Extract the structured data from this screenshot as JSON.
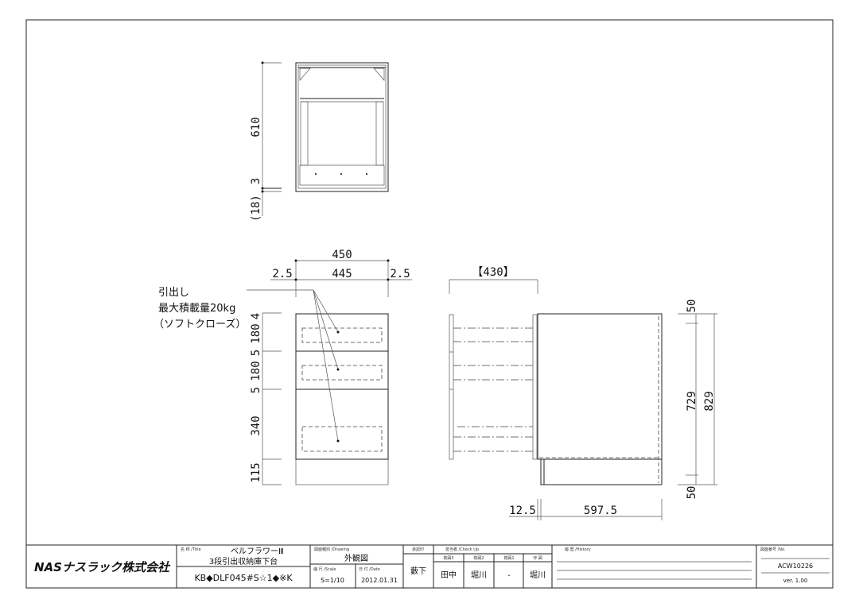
{
  "top_view": {
    "dims": {
      "depth": "610",
      "gap": "3",
      "base": "(18)"
    }
  },
  "front_view": {
    "dims": {
      "overall_width": "450",
      "inner_width": "445",
      "left_gap": "2.5",
      "right_gap": "2.5",
      "top": "4",
      "drawer1": "180",
      "gap1": "5",
      "drawer2": "180",
      "gap2": "5",
      "drawer3": "340",
      "plinth": "115"
    },
    "note": [
      "引出し",
      "最大積載量20kg",
      "（ソフトクローズ）"
    ]
  },
  "side_view": {
    "dims": {
      "drawer_extension": "【430】",
      "top_offset": "50",
      "body_height": "729",
      "total_height": "829",
      "bottom_offset": "50",
      "front_offset": "12.5",
      "depth": "597.5"
    }
  },
  "title_block": {
    "company": "NASナスラック株式会社",
    "title_label": "名 称 /Title",
    "product_series": "ベルフラワーⅢ",
    "product_name": "3段引出収納庫下台",
    "model_code": "KB◆DLF045#S☆1◆※K",
    "drawing_label": "図面種別 /Drawing",
    "drawing_type": "外観図",
    "scale_label": "縮 尺 /Scale",
    "scale": "S=1/10",
    "date_label": "日 付 /Date",
    "date": "2012.01.31",
    "approval_label": "承認印",
    "approver": "藪下",
    "checkup_label": "担当者 /Check Up",
    "check3_label": "検図3",
    "check2_label": "検図2",
    "check1_label": "検図1",
    "drawn_label": "作 図",
    "check3": "田中",
    "check2": "堀川",
    "check1": "-",
    "drawn": "堀川",
    "history_label": "履 歴 /History",
    "number_label": "図面番号 /No.",
    "number": "ACW10226",
    "version": "ver. 1.00"
  }
}
